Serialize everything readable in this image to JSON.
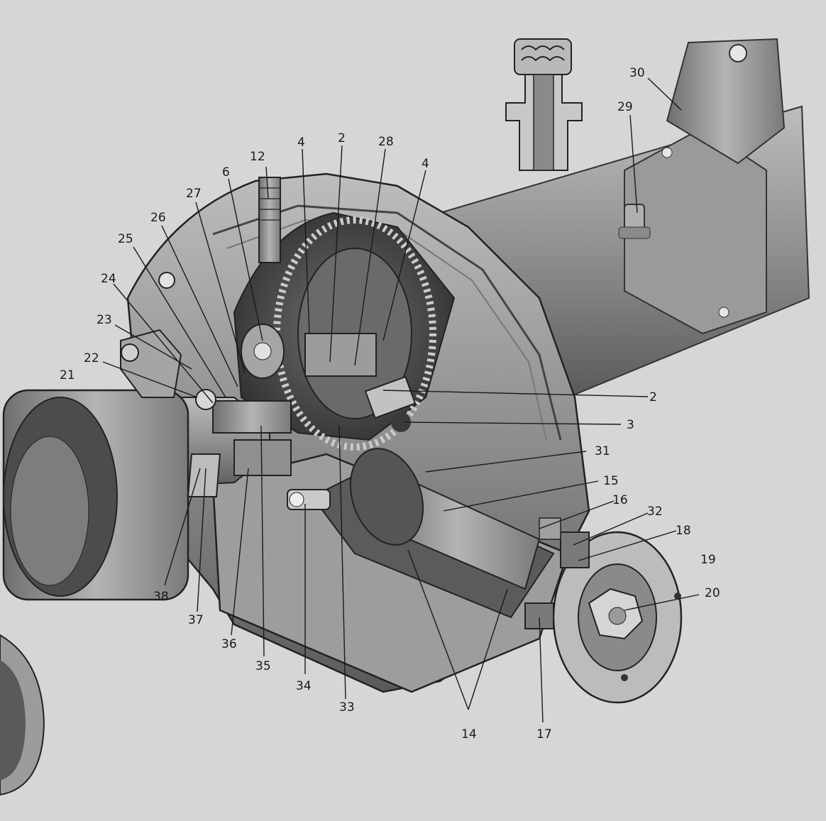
{
  "labels": {
    "l2a": "2",
    "l2b": "2",
    "l3": "3",
    "l4a": "4",
    "l4b": "4",
    "l6": "6",
    "l12": "12",
    "l14": "14",
    "l15": "15",
    "l16": "16",
    "l17": "17",
    "l18": "18",
    "l19": "19",
    "l20": "20",
    "l21": "21",
    "l22": "22",
    "l23": "23",
    "l24": "24",
    "l25": "25",
    "l26": "26",
    "l27": "27",
    "l28": "28",
    "l29": "29",
    "l30": "30",
    "l31": "31",
    "l32": "32",
    "l33": "33",
    "l34": "34",
    "l35": "35",
    "l36": "36",
    "l37": "37",
    "l38": "38"
  }
}
